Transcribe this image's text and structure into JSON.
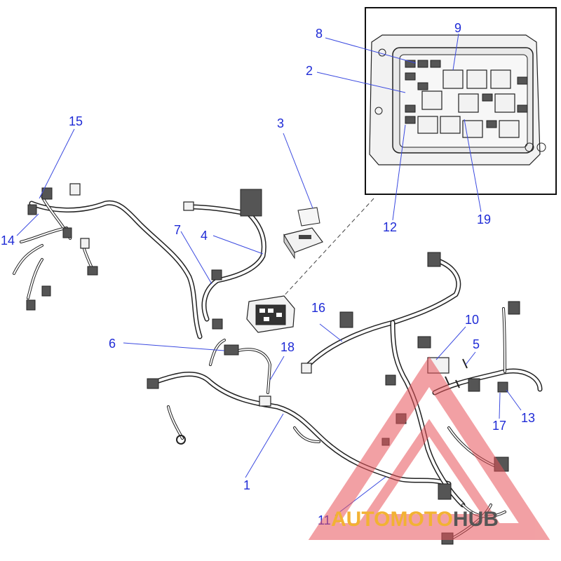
{
  "callouts": {
    "c1": "1",
    "c2": "2",
    "c3": "3",
    "c4": "4",
    "c5": "5",
    "c6": "6",
    "c7": "7",
    "c8": "8",
    "c9": "9",
    "c10": "10",
    "c11": "11",
    "c12": "12",
    "c13": "13",
    "c14": "14",
    "c15": "15",
    "c16": "16",
    "c17": "17",
    "c18": "18",
    "c19": "19"
  },
  "watermark": {
    "part_a": "AUTO",
    "part_b": "MOTO",
    "part_c": "HUB",
    "color_a": "#f2b233",
    "color_b": "#f2b233",
    "color_c": "#555555",
    "triangle_color": "#e8545a"
  },
  "colors": {
    "callout": "#1f2bd6",
    "line": "#222222"
  }
}
